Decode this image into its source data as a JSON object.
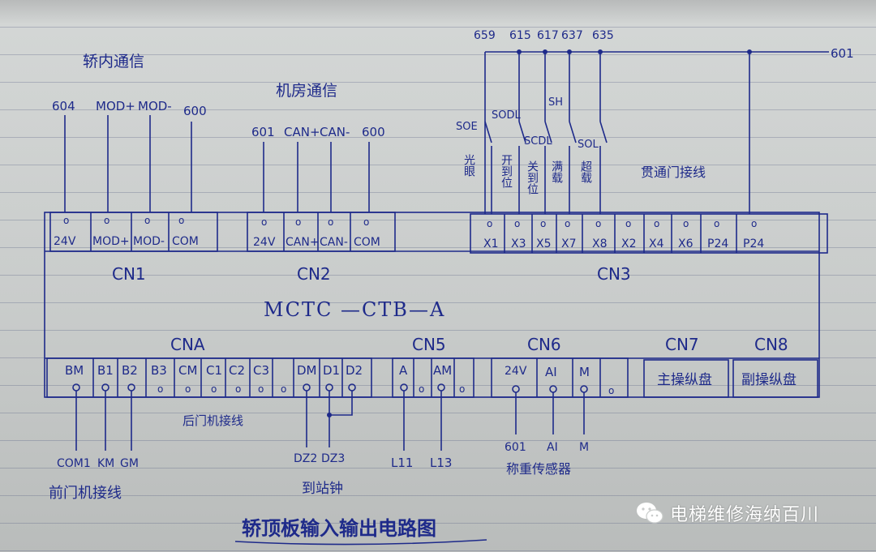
{
  "title": "轿顶板输入输出电路图",
  "board_model": "MCTC —CTB—A",
  "watermark": {
    "icon": "wechat-icon",
    "text": "电梯维修海纳百川"
  },
  "colors": {
    "ink": "#1e2a8a",
    "paper": "#cdd0d0"
  },
  "cn1": {
    "label": "CN1",
    "group_label": "轿内通信",
    "pins": [
      "24V",
      "MOD+",
      "MOD-",
      "COM"
    ],
    "wires": [
      "604",
      "MOD+",
      "MOD-",
      "600"
    ]
  },
  "cn2": {
    "label": "CN2",
    "group_label": "机房通信",
    "pins": [
      "24V",
      "CAN+",
      "CAN-",
      "COM"
    ],
    "wires": [
      "601",
      "CAN+",
      "CAN-",
      "600"
    ]
  },
  "cn3": {
    "label": "CN3",
    "pins": [
      "X1",
      "X3",
      "X5",
      "X7",
      "X8",
      "X2",
      "X4",
      "X6",
      "P24",
      "P24"
    ],
    "top_wires": [
      "659",
      "615",
      "617",
      "637",
      "635"
    ],
    "bus_label": "601",
    "switches": [
      "SOE",
      "SODL",
      "SCDL",
      "SH",
      "SOL"
    ],
    "switch_desc": [
      "光眼",
      "开到位",
      "关到位",
      "满载",
      "超载"
    ],
    "rear_door_label": "贯通门接线"
  },
  "cn4": {
    "label": "CNA",
    "pins": [
      "BM",
      "B1",
      "B2",
      "B3",
      "CM",
      "C1",
      "C2",
      "C3",
      "",
      "DM",
      "D1",
      "D2"
    ],
    "front_door_wires": [
      "COM1",
      "KM",
      "GM"
    ],
    "front_door_label": "前门机接线",
    "rear_door_label": "后门机接线",
    "chime_wires": [
      "DZ2",
      "DZ3"
    ],
    "chime_label": "到站钟"
  },
  "cn5": {
    "label": "CN5",
    "pins": [
      "A",
      "",
      "AM",
      ""
    ],
    "wires": [
      "L11",
      "L13"
    ]
  },
  "cn6": {
    "label": "CN6",
    "pins": [
      "24V",
      "AI",
      "M",
      ""
    ],
    "wires": [
      "601",
      "AI",
      "M"
    ],
    "sensor_label": "称重传感器"
  },
  "cn7": {
    "label": "CN7",
    "box": "主操纵盘"
  },
  "cn8": {
    "label": "CN8",
    "box": "副操纵盘"
  }
}
